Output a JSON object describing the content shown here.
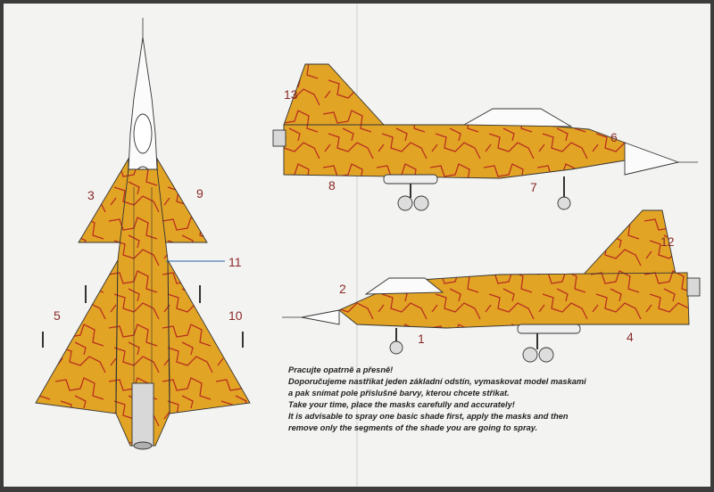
{
  "callouts": {
    "n1": "1",
    "n2": "2",
    "n3": "3",
    "n4": "4",
    "n5": "5",
    "n6": "6",
    "n7": "7",
    "n8": "8",
    "n9": "9",
    "n10": "10",
    "n11": "11",
    "n12": "12",
    "n13": "13"
  },
  "instructions": {
    "line1": "Pracujte opatrně a přesně!",
    "line2": "Doporučujeme nastříkat jeden základní odstín, vymaskovat model maskami",
    "line3": "a pak snímat pole příslušné barvy, kterou chcete stříkat.",
    "line4": "Take your time, place the masks carefully and accurately!",
    "line5": "It is advisable to spray one basic shade first, apply the masks and then",
    "line6": "remove only the segments of the shade you are going to spray."
  },
  "colors": {
    "camo_base": "#e2a425",
    "camo_line": "#b8301e",
    "paper": "#f3f3f1",
    "callout": "#8a2a2a",
    "leader_line": "#2a5fa8"
  }
}
